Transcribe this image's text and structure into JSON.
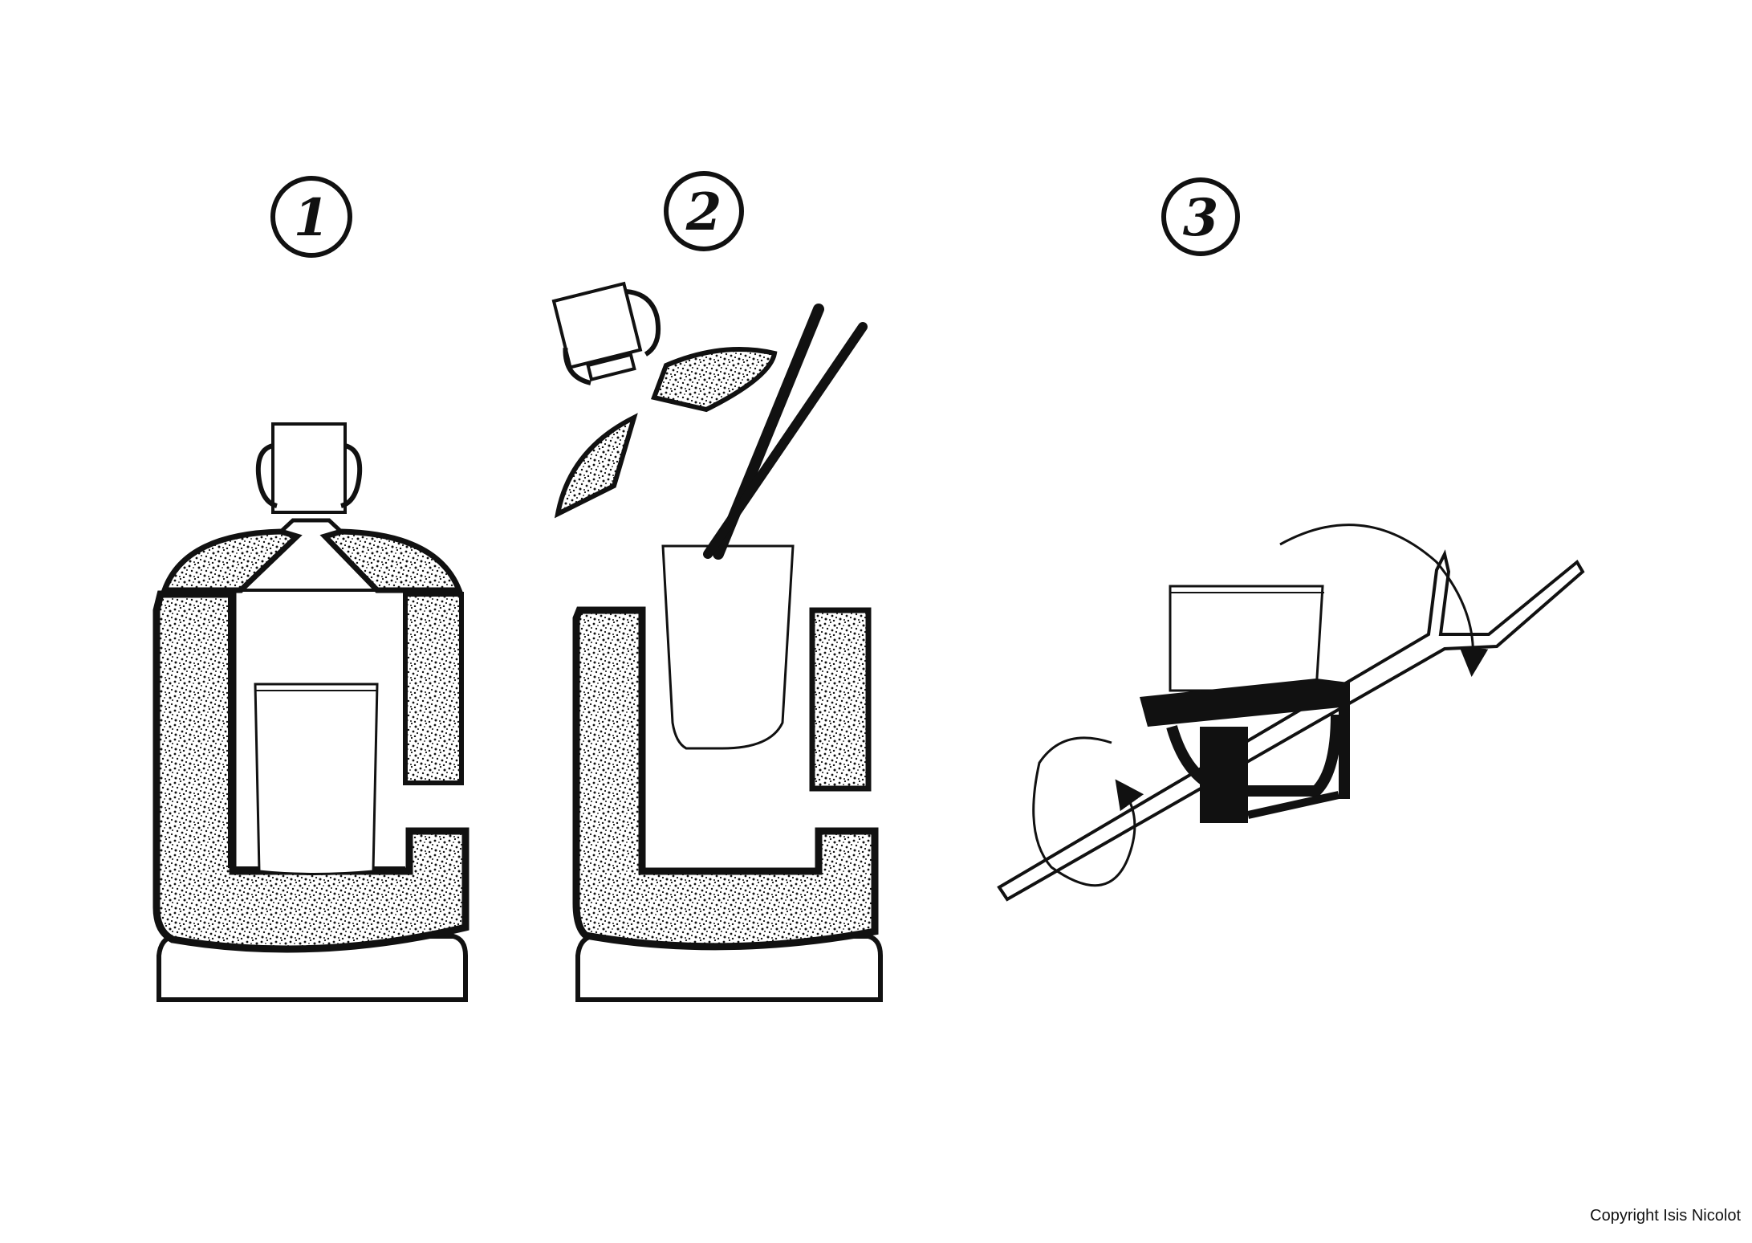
{
  "steps": [
    {
      "number": "1"
    },
    {
      "number": "2"
    },
    {
      "number": "3"
    }
  ],
  "copyright": "Copyright Isis Nicolot",
  "colors": {
    "ink": "#111111",
    "paper": "#ffffff"
  }
}
